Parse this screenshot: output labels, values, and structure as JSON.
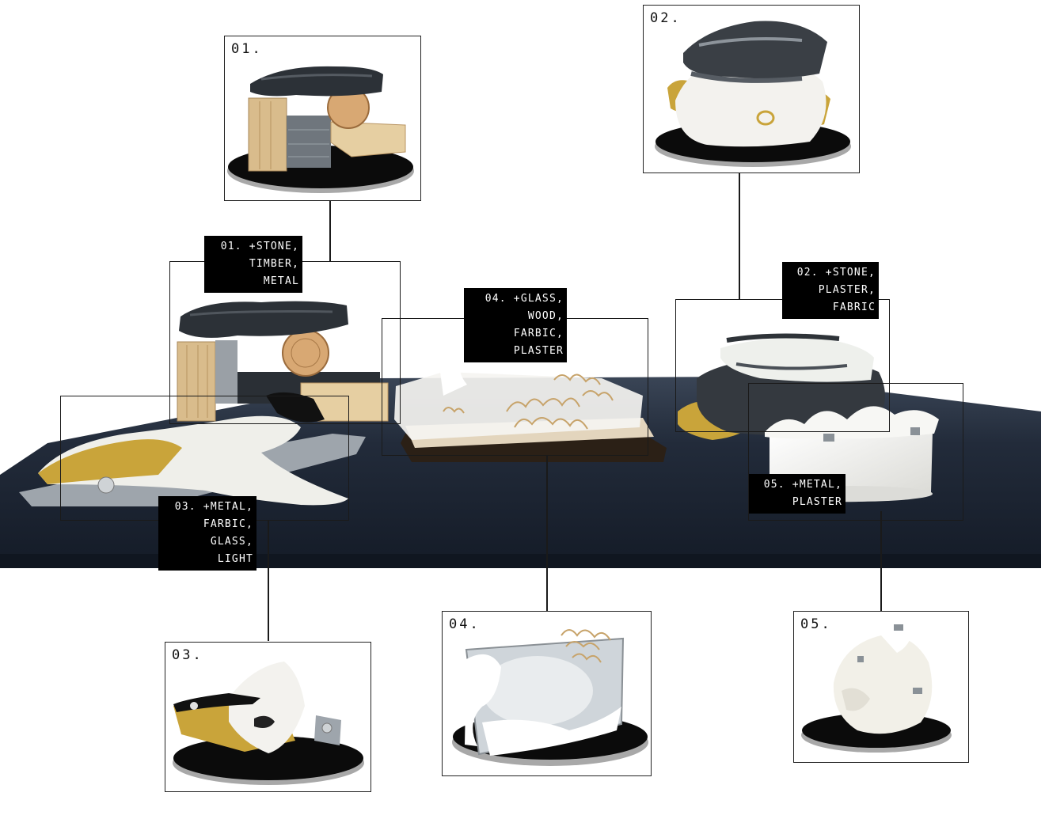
{
  "thumbnails": [
    {
      "number": "01."
    },
    {
      "number": "02."
    },
    {
      "number": "03."
    },
    {
      "number": "04."
    },
    {
      "number": "05."
    }
  ],
  "labels": {
    "l01": [
      "01. +stone,",
      "timber,",
      "metal"
    ],
    "l02": [
      "02. +stone,",
      "plaster,",
      "fabric"
    ],
    "l03": [
      "03. +metal,",
      "farbic,",
      "glass,",
      "light"
    ],
    "l04": [
      "04. +glass,",
      "wood,",
      "farbic,",
      "plaster"
    ],
    "l05": [
      "05. +metal,",
      "plaster"
    ]
  },
  "colors": {
    "tabletop": "#1f2838",
    "base_disc": "#0b0b0b",
    "stone": "#2e3338",
    "timber": "#d7b98a",
    "plaster": "#f2f1ec",
    "fabric": "#c9a43a",
    "wood_shavings": "#c7a36a",
    "glass": "#d9dfe3"
  }
}
